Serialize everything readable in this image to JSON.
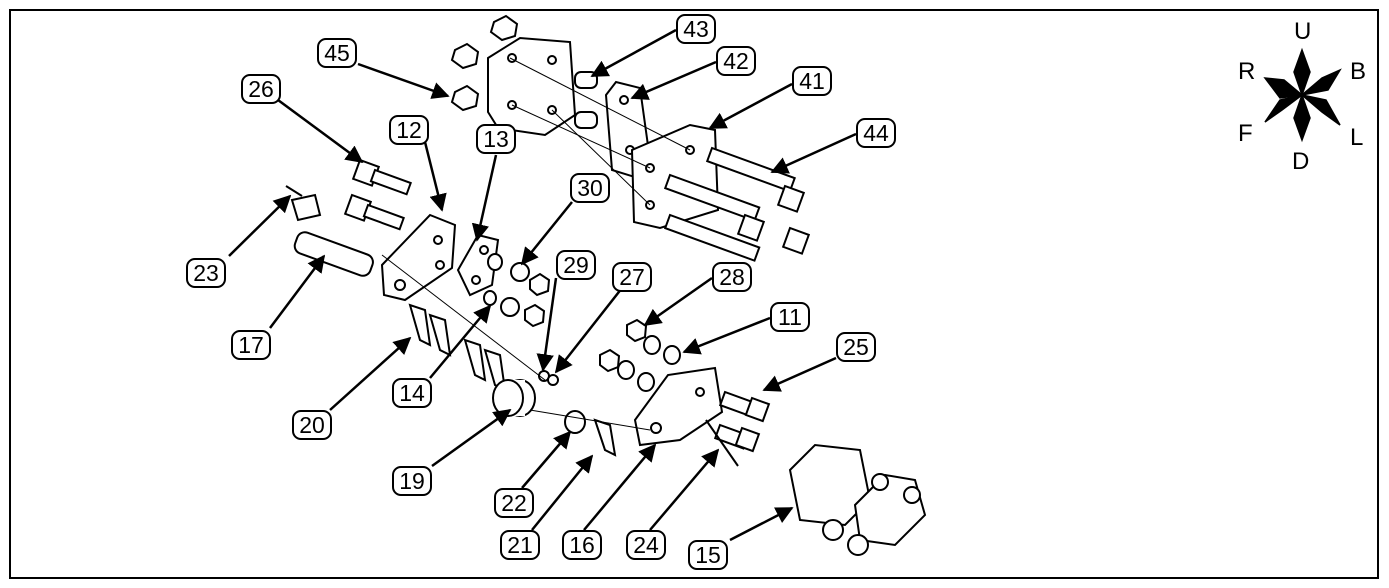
{
  "callouts": {
    "c45": "45",
    "c43": "43",
    "c42": "42",
    "c41": "41",
    "c44": "44",
    "c26": "26",
    "c12": "12",
    "c13": "13",
    "c30": "30",
    "c29": "29",
    "c27": "27",
    "c28": "28",
    "c11": "11",
    "c25": "25",
    "c23": "23",
    "c17": "17",
    "c20": "20",
    "c14": "14",
    "c19": "19",
    "c22": "22",
    "c21": "21",
    "c16": "16",
    "c24": "24",
    "c15": "15"
  },
  "compass": {
    "up": "U",
    "down": "D",
    "right": "R",
    "left": "L",
    "back": "B",
    "front": "F"
  }
}
